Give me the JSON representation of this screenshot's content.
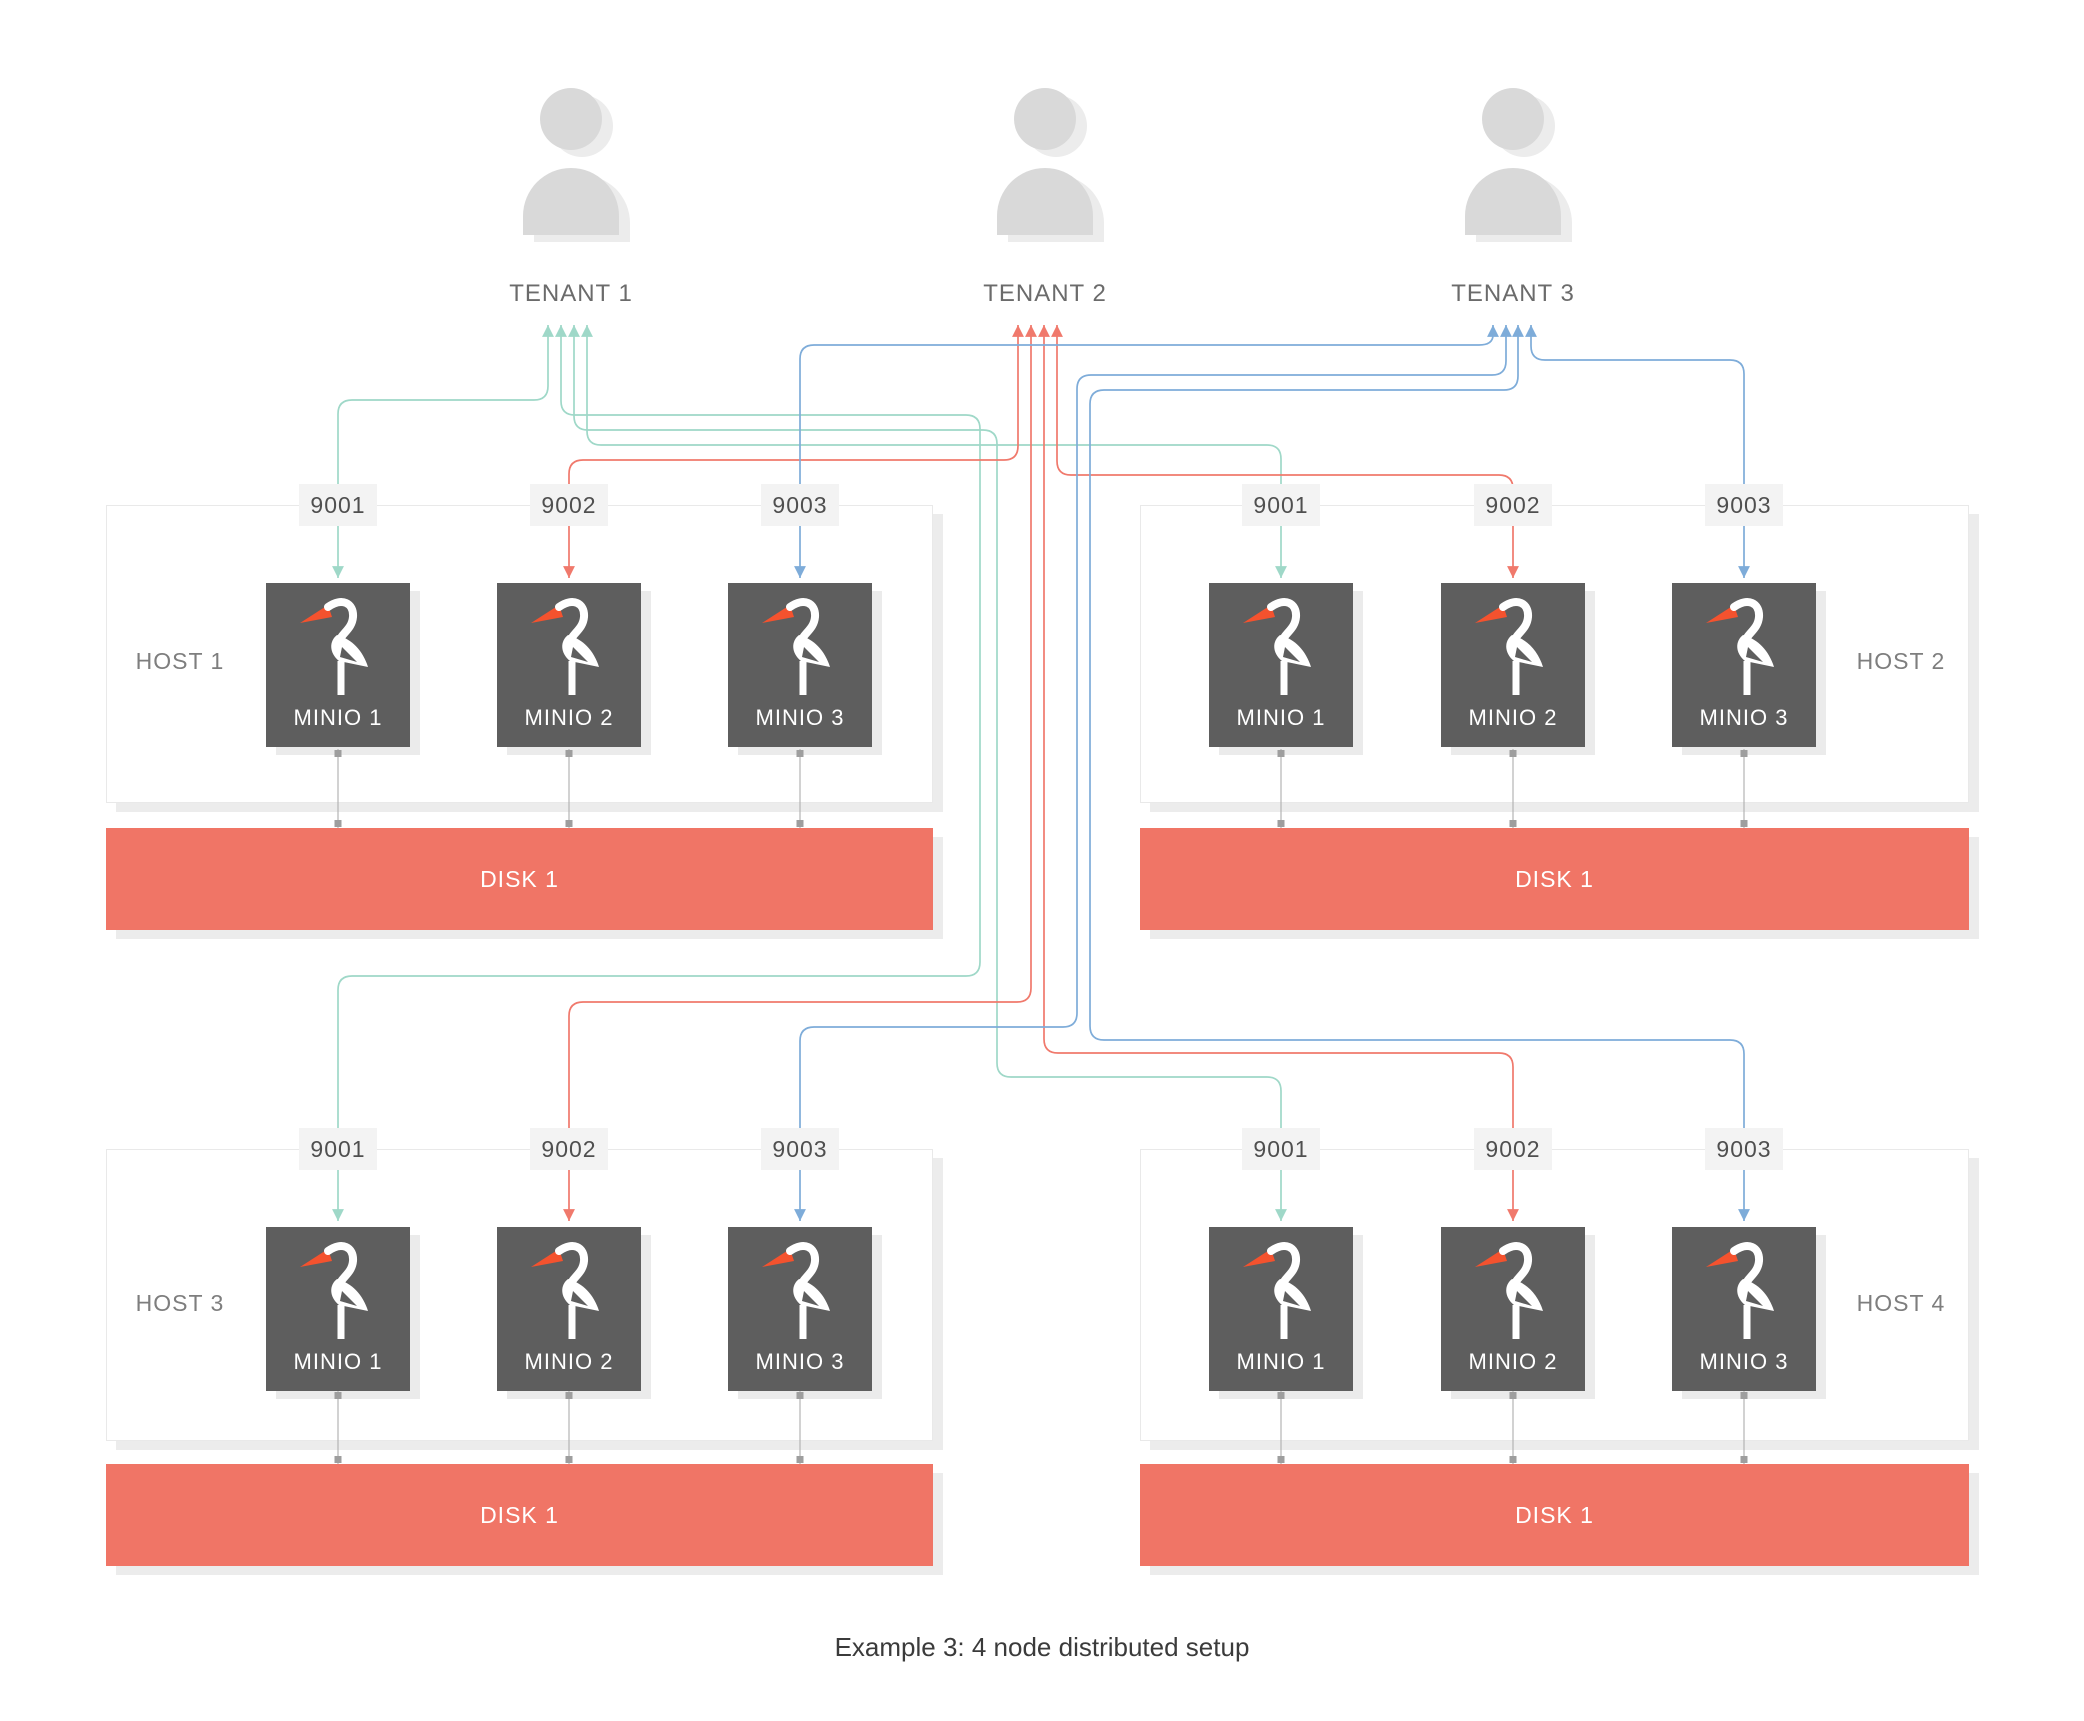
{
  "caption": "Example 3: 4 node distributed setup",
  "tenants": [
    {
      "label": "TENANT 1"
    },
    {
      "label": "TENANT 2"
    },
    {
      "label": "TENANT 3"
    }
  ],
  "hosts": [
    {
      "label": "HOST 1",
      "label_side": "left",
      "ports": [
        "9001",
        "9002",
        "9003"
      ],
      "minios": [
        "MINIO 1",
        "MINIO 2",
        "MINIO 3"
      ],
      "disk": "DISK 1"
    },
    {
      "label": "HOST 2",
      "label_side": "right",
      "ports": [
        "9001",
        "9002",
        "9003"
      ],
      "minios": [
        "MINIO 1",
        "MINIO 2",
        "MINIO 3"
      ],
      "disk": "DISK 1"
    },
    {
      "label": "HOST 3",
      "label_side": "left",
      "ports": [
        "9001",
        "9002",
        "9003"
      ],
      "minios": [
        "MINIO 1",
        "MINIO 2",
        "MINIO 3"
      ],
      "disk": "DISK 1"
    },
    {
      "label": "HOST 4",
      "label_side": "right",
      "ports": [
        "9001",
        "9002",
        "9003"
      ],
      "minios": [
        "MINIO 1",
        "MINIO 2",
        "MINIO 3"
      ],
      "disk": "DISK 1"
    }
  ],
  "connections": [
    {
      "t": 0,
      "h": 0,
      "from": "TENANT 1",
      "to_host": "HOST 1",
      "to_port": "9001",
      "to_minio": "MINIO 1",
      "color": "tenant1_lines"
    },
    {
      "t": 0,
      "h": 2,
      "from": "TENANT 1",
      "to_host": "HOST 3",
      "to_port": "9001",
      "to_minio": "MINIO 1",
      "color": "tenant1_lines"
    },
    {
      "t": 0,
      "h": 3,
      "from": "TENANT 1",
      "to_host": "HOST 4",
      "to_port": "9001",
      "to_minio": "MINIO 1",
      "color": "tenant1_lines"
    },
    {
      "t": 0,
      "h": 1,
      "from": "TENANT 1",
      "to_host": "HOST 2",
      "to_port": "9001",
      "to_minio": "MINIO 1",
      "color": "tenant1_lines"
    },
    {
      "t": 1,
      "h": 0,
      "from": "TENANT 2",
      "to_host": "HOST 1",
      "to_port": "9002",
      "to_minio": "MINIO 2",
      "color": "tenant2_lines"
    },
    {
      "t": 1,
      "h": 2,
      "from": "TENANT 2",
      "to_host": "HOST 3",
      "to_port": "9002",
      "to_minio": "MINIO 2",
      "color": "tenant2_lines"
    },
    {
      "t": 1,
      "h": 3,
      "from": "TENANT 2",
      "to_host": "HOST 4",
      "to_port": "9002",
      "to_minio": "MINIO 2",
      "color": "tenant2_lines"
    },
    {
      "t": 1,
      "h": 1,
      "from": "TENANT 2",
      "to_host": "HOST 2",
      "to_port": "9002",
      "to_minio": "MINIO 2",
      "color": "tenant2_lines"
    },
    {
      "t": 2,
      "h": 0,
      "from": "TENANT 3",
      "to_host": "HOST 1",
      "to_port": "9003",
      "to_minio": "MINIO 3",
      "color": "tenant3_lines"
    },
    {
      "t": 2,
      "h": 2,
      "from": "TENANT 3",
      "to_host": "HOST 3",
      "to_port": "9003",
      "to_minio": "MINIO 3",
      "color": "tenant3_lines"
    },
    {
      "t": 2,
      "h": 3,
      "from": "TENANT 3",
      "to_host": "HOST 4",
      "to_port": "9003",
      "to_minio": "MINIO 3",
      "color": "tenant3_lines"
    },
    {
      "t": 2,
      "h": 1,
      "from": "TENANT 3",
      "to_host": "HOST 2",
      "to_port": "9003",
      "to_minio": "MINIO 3",
      "color": "tenant3_lines"
    }
  ],
  "colors": {
    "tenant1_lines": "#9fd8c8",
    "tenant2_lines": "#f0796c",
    "tenant3_lines": "#7eacd9",
    "disk": "#f07566",
    "minio_box": "#5e5e5e",
    "minio_beak": "#f4522e",
    "port_bg": "#f3f3f3",
    "person": "#d9d9d9",
    "connector_gray": "#b3b3b3"
  },
  "icons": {
    "tenant": "person-icon",
    "minio": "minio-bird-icon"
  }
}
